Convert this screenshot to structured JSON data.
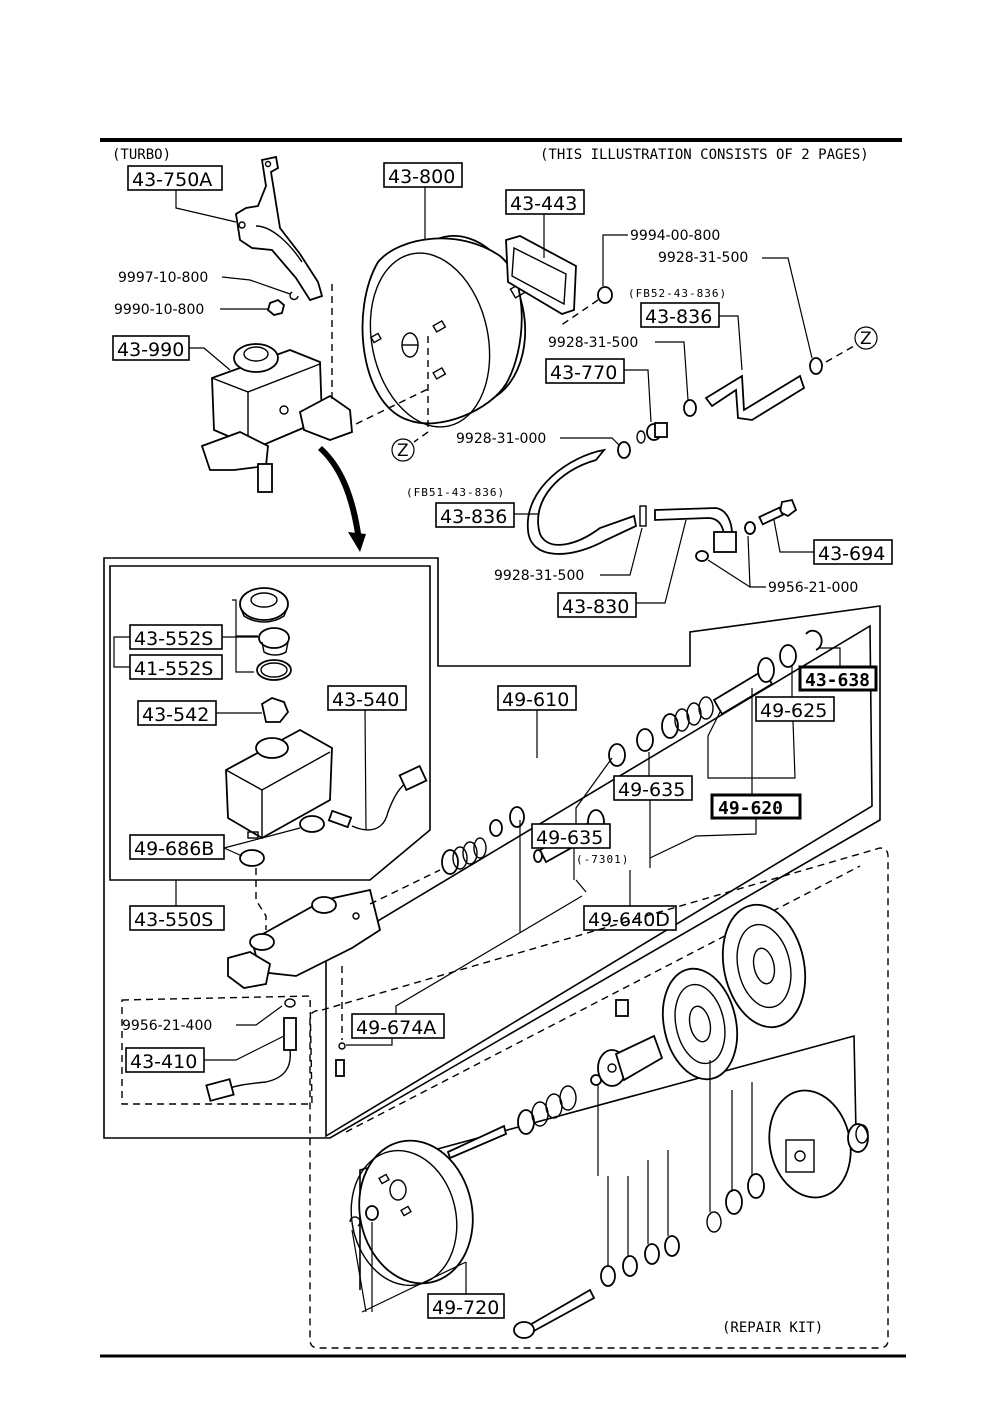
{
  "header": {
    "variant": "(TURBO)",
    "note": "(THIS ILLUSTRATION CONSISTS OF  2 PAGES)"
  },
  "callouts": {
    "c43_750A": "43-750A",
    "c43_800": "43-800",
    "c43_443": "43-443",
    "c43_990": "43-990",
    "c43_836a": "43-836",
    "c43_836b": "43-836",
    "c43_770": "43-770",
    "c43_694": "43-694",
    "c43_830": "43-830",
    "c43_552S": "43-552S",
    "c41_552S": "41-552S",
    "c43_542": "43-542",
    "c43_540": "43-540",
    "c49_686B": "49-686B",
    "c43_550S": "43-550S",
    "c49_610": "49-610",
    "c43_638": "43-638",
    "c49_625": "49-625",
    "c49_635a": "49-635",
    "c49_635b": "49-635",
    "c49_620": "49-620",
    "c49_640D": "49-640D",
    "c49_674A": "49-674A",
    "c43_410": "43-410",
    "c49_720": "49-720"
  },
  "part_numbers": {
    "p9997_10_800": "9997-10-800",
    "p9990_10_800": "9990-10-800",
    "p9994_00_800": "9994-00-800",
    "p9928_31_500_top": "9928-31-500",
    "p9928_31_500_mid": "9928-31-500",
    "p9928_31_000": "9928-31-000",
    "p9928_31_500_low": "9928-31-500",
    "p9956_21_000": "9956-21-000",
    "p9956_21_400": "9956-21-400"
  },
  "sub_notes": {
    "fb52": "(FB52-43-836)",
    "fb51": "(FB51-43-836)",
    "serial_7301": "(-7301)",
    "repair_kit": "(REPAIR KIT)"
  },
  "ref_markers": {
    "z1": "Z",
    "z2": "Z"
  }
}
